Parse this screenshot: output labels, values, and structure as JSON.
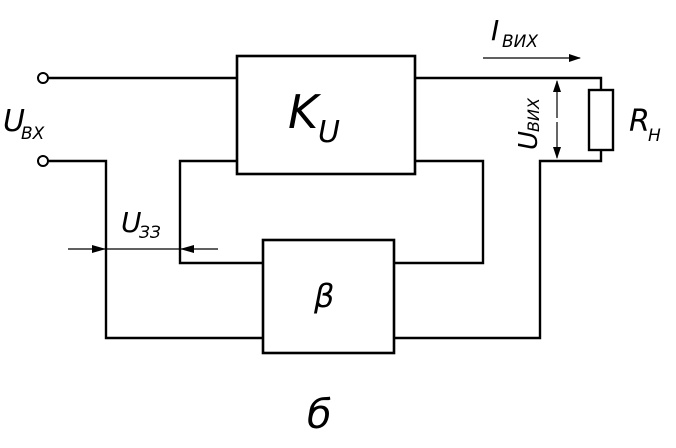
{
  "blocks": {
    "amplifier": {
      "symbol": "K",
      "subscript": "U"
    },
    "feedback": {
      "symbol": "β"
    }
  },
  "labels": {
    "input_voltage": {
      "symbol": "U",
      "subscript": "ВХ"
    },
    "feedback_voltage": {
      "symbol": "U",
      "subscript": "ЗЗ"
    },
    "output_current": {
      "symbol": "I",
      "subscript": "ВИХ"
    },
    "output_voltage": {
      "symbol": "U",
      "subscript": "ВИХ"
    },
    "load": {
      "symbol": "R",
      "subscript": "Н"
    },
    "figure_letter": "б"
  }
}
